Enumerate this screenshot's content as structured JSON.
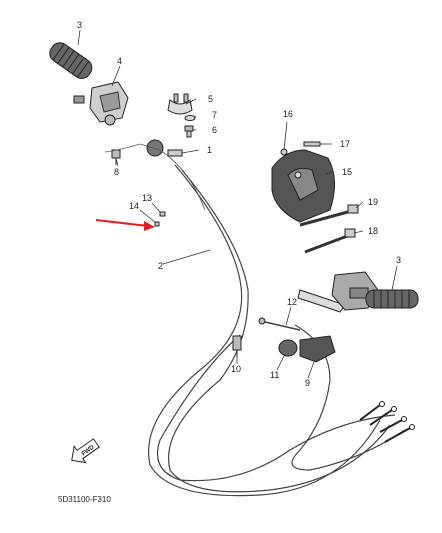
{
  "diagram": {
    "callouts": {
      "c1": "1",
      "c2": "2",
      "c3a": "3",
      "c3b": "3",
      "c4": "4",
      "c5": "5",
      "c6": "6",
      "c7": "7",
      "c8": "8",
      "c9": "9",
      "c10": "10",
      "c11": "11",
      "c12": "12",
      "c13": "13",
      "c14": "14",
      "c15": "15",
      "c16": "16",
      "c17": "17",
      "c18": "18",
      "c19": "19"
    },
    "forward_badge": "FWD",
    "diagram_code": "5D31100-F310",
    "arrow_color": "#e02020"
  }
}
